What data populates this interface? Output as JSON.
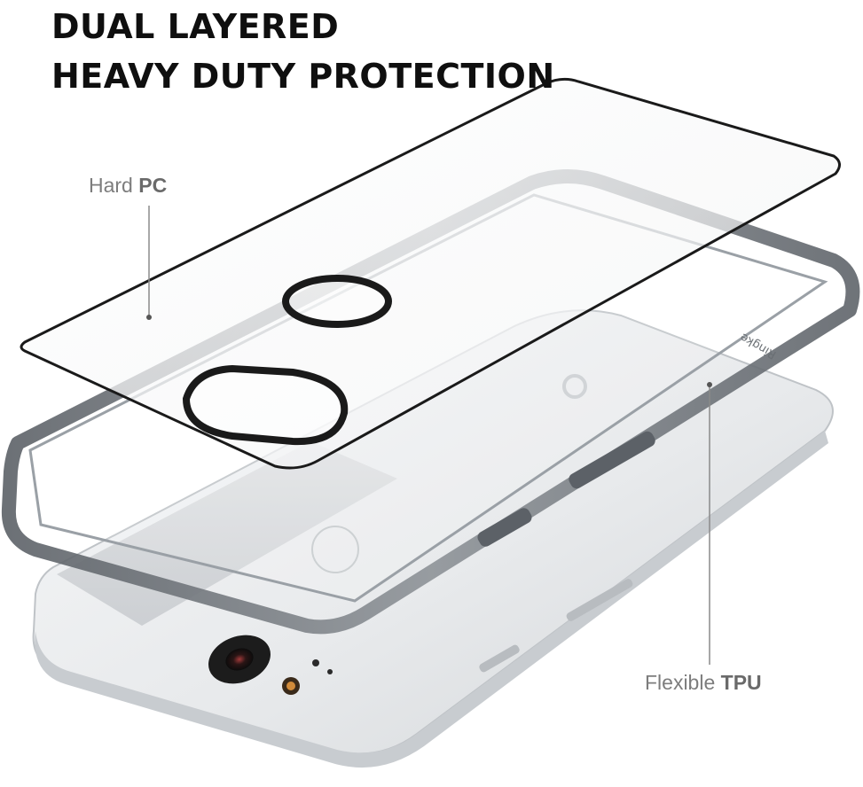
{
  "headline": {
    "line1": "DUAL LAYERED",
    "line2": "HEAVY DUTY PROTECTION"
  },
  "callouts": {
    "hard_pc": {
      "prefix": "Hard",
      "emphasis": "PC"
    },
    "flexible_tpu": {
      "prefix": "Flexible",
      "emphasis": "TPU"
    }
  },
  "case_brand": "Ringke",
  "colors": {
    "headline": "#0f0f0f",
    "callout_text": "#7d7d7d",
    "leader_line": "#8a8a8a",
    "phone_body": "#e9ebed",
    "tpu_bumper": "#6f747a",
    "pc_panel_edge": "#1a1a1a"
  }
}
